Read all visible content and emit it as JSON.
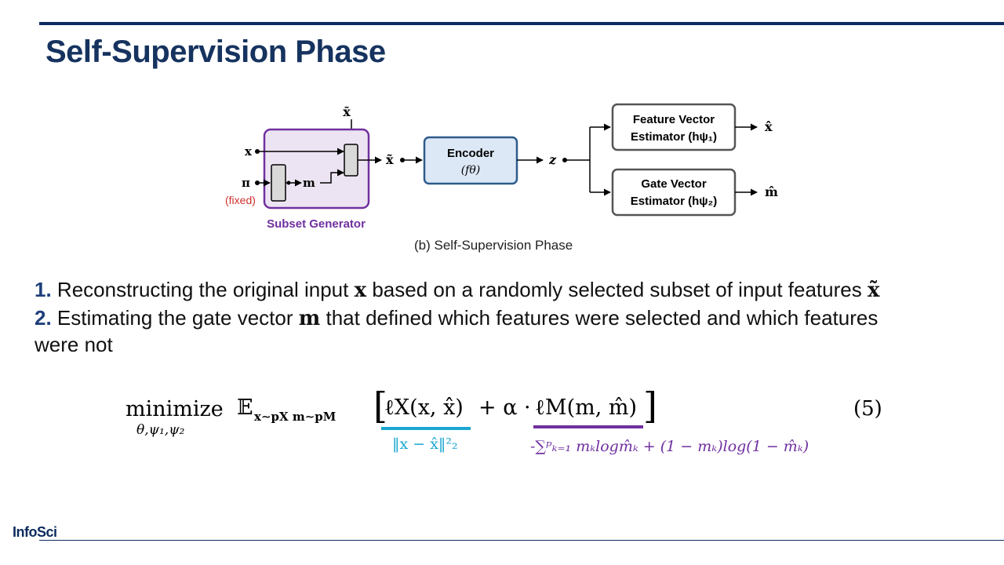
{
  "slide": {
    "title": "Self-Supervision Phase",
    "logo_text": "InfoSci"
  },
  "diagram": {
    "caption": "(b) Self-Supervision Phase",
    "inputs": {
      "x": "x",
      "pi": "π",
      "fixed": "(fixed)",
      "x_bar": "x̄",
      "m": "m"
    },
    "subset_generator_label": "Subset Generator",
    "x_tilde": "x̃",
    "encoder": {
      "line1": "Encoder",
      "line2": "(fθ)"
    },
    "z": "z",
    "feature_estimator": {
      "line1": "Feature Vector",
      "line2": "Estimator (hψ₁)"
    },
    "gate_estimator": {
      "line1": "Gate Vector",
      "line2": "Estimator (hψ₂)"
    },
    "x_hat": "x̂",
    "m_hat": "m̂"
  },
  "points": [
    {
      "num": "1.",
      "pre": " Reconstructing the original  input ",
      "sym": "x",
      "post": " based on a randomly selected subset of input features ",
      "sym2": "x̃"
    },
    {
      "num": "2.",
      "pre": " Estimating the gate vector ",
      "sym": "m",
      "post": " that defined which features were selected and which features"
    },
    {
      "cont": "were not"
    }
  ],
  "formula": {
    "minimize": "minimize",
    "subscript": "θ,ψ₁,ψ₂",
    "expectation": "𝔼",
    "exp_sub": "x∼pX m∼pM",
    "bracket_open": "[",
    "lx": "ℓX(x, x̂)",
    "plus_alpha": "+ α ·",
    "lm": "ℓM(m, m̂)",
    "bracket_close": "]",
    "eq_number": "(5)",
    "norm_note": "‖x − x̂‖²₂",
    "ce_note": "-∑ᵖₖ₌₁ mₖlogm̂ₖ + (1 − mₖ)log(1 − m̂ₖ)"
  },
  "colors": {
    "title": "#16335f",
    "number_accent": "#1f3f7a",
    "subset_box": "#7030a0",
    "encoder_fill": "#dce8f5",
    "encoder_border": "#2f5b8c",
    "fixed": "#d0312d",
    "underline_lx": "#1aa7d1",
    "underline_lm": "#7030a0"
  }
}
